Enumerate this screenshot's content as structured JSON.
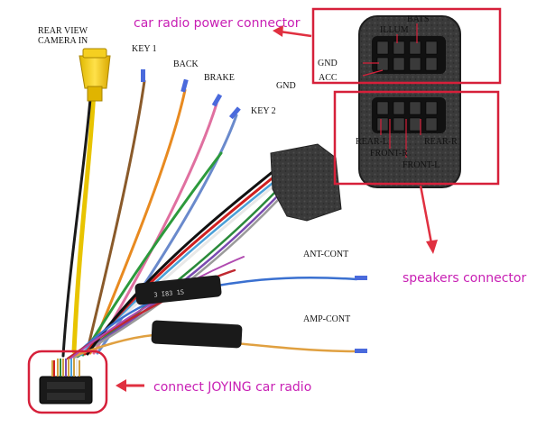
{
  "colors": {
    "callout_text": "#c81fb4",
    "box": "#d6203a",
    "arrow": "#e03040"
  },
  "labels": {
    "rear_view_camera": [
      "REAR VIEW",
      "CAMERA IN"
    ],
    "key1": "KEY 1",
    "back": "BACK",
    "brake": "BRAKE",
    "key2": "KEY 2",
    "gnd_top": "GND",
    "ant_cont": "ANT-CONT",
    "amp_cont": "AMP-CONT"
  },
  "power_connector": {
    "callout": "car radio power connector",
    "pins": {
      "bats": "BATS",
      "illum": "ILLUM",
      "gnd": "GND",
      "acc": "ACC"
    }
  },
  "speakers_connector": {
    "callout": "speakers connector",
    "pins": {
      "rear_l": "REAR-L",
      "front_r": "FRONT-R",
      "front_l": "FRONT-L",
      "rear_r": "REAR-R"
    }
  },
  "radio": {
    "callout": "connect JOYING car radio"
  }
}
